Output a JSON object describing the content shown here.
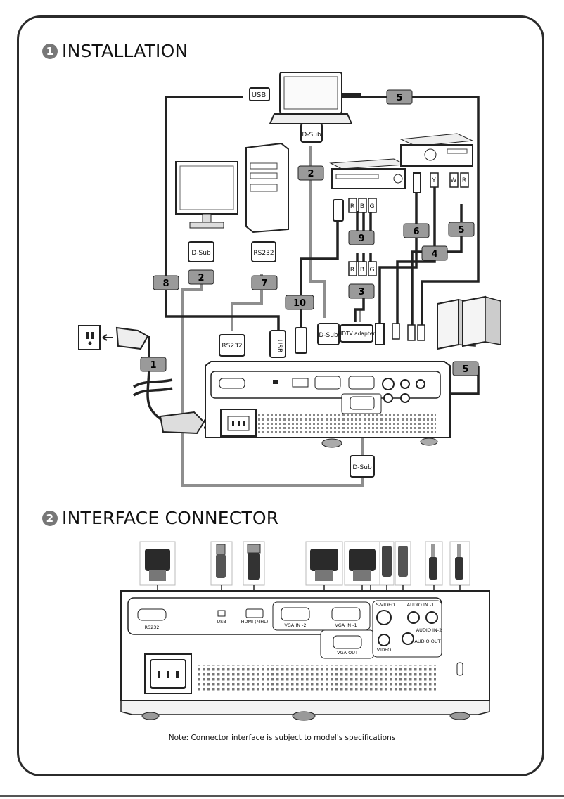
{
  "sections": [
    {
      "number": "1",
      "title": "INSTALLATION"
    },
    {
      "number": "2",
      "title": "INTERFACE CONNECTOR"
    }
  ],
  "connector_labels": {
    "usb": "USB",
    "dsub": "D-Sub",
    "rs232": "RS232",
    "hdtv": "HDTV adapter",
    "r": "R",
    "b": "B",
    "g": "G",
    "y": "Y",
    "w": "W"
  },
  "cable_numbers": [
    "1",
    "2",
    "3",
    "4",
    "5",
    "6",
    "7",
    "8",
    "9",
    "10"
  ],
  "port_labels": {
    "rs232": "RS232",
    "usb": "USB",
    "hdmi": "HDMI (MHL)",
    "vga_in2": "VGA IN -2",
    "vga_in1": "VGA IN -1",
    "svideo": "S-VIDEO",
    "audio_in1": "AUDIO IN -1",
    "audio_in2": "AUDIO IN-2",
    "audio_out": "AUDIO OUT",
    "video": "VIDEO",
    "vga_out": "VGA OUT"
  },
  "note": "Note: Connector interface is subject to model's specifications"
}
